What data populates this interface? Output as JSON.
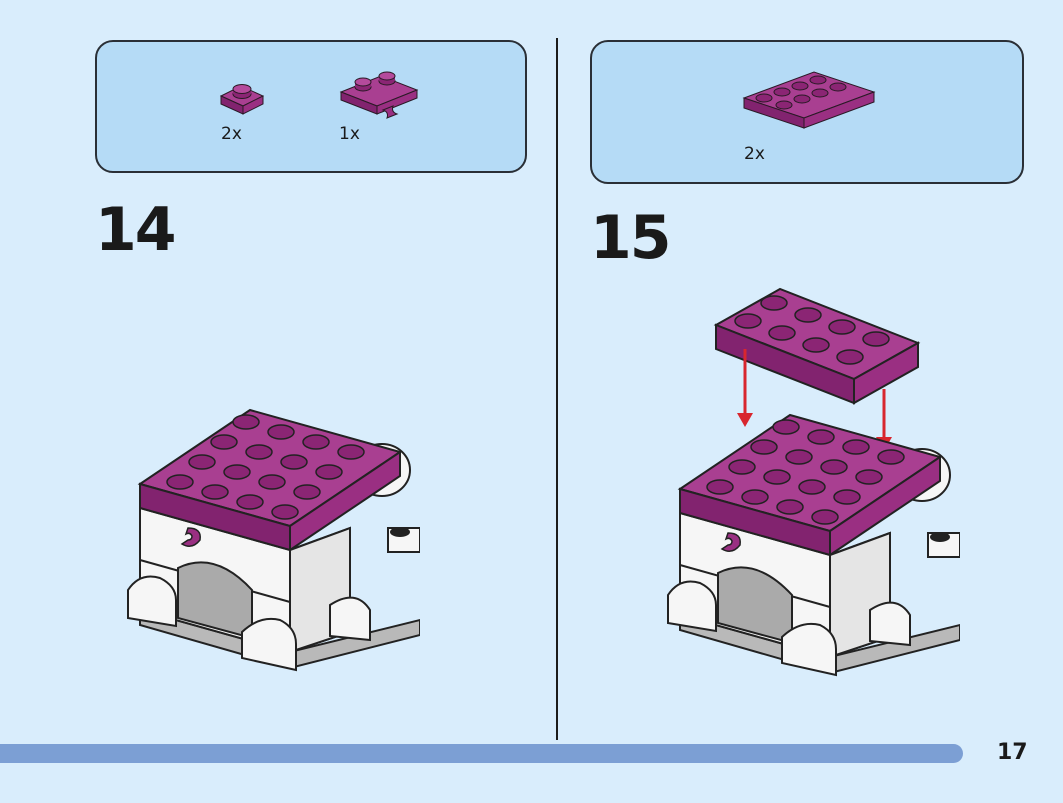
{
  "steps": [
    {
      "number": "14",
      "parts": [
        {
          "qty": "2x",
          "icon": "plate-1x1-magenta"
        },
        {
          "qty": "1x",
          "icon": "plate-1x2-clip-magenta"
        }
      ]
    },
    {
      "number": "15",
      "parts": [
        {
          "qty": "2x",
          "icon": "plate-2x4-magenta"
        }
      ]
    }
  ],
  "colors": {
    "magenta": "#9a2f82",
    "magenta_top": "#a93f91",
    "stud": "#8b2574",
    "white": "#f6f6f6",
    "gray": "#b9b9b9",
    "arrow": "#d8262e",
    "background": "#d9edfc",
    "parts_box": "#b5dbf6",
    "progress_bar": "#7c9fd4"
  },
  "page": {
    "number": "17"
  }
}
